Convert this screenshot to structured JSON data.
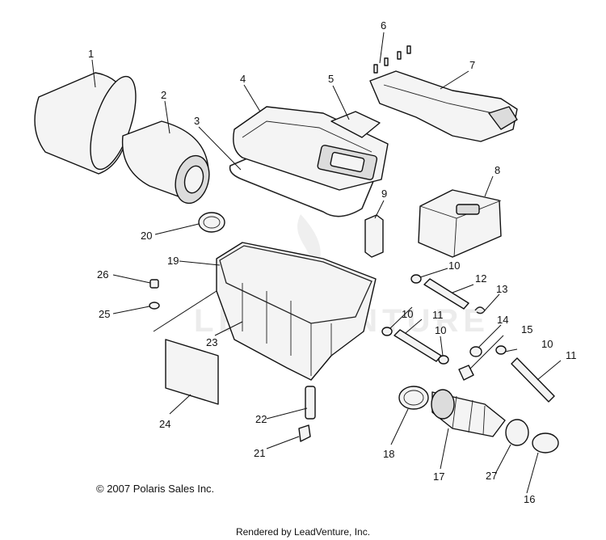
{
  "diagram": {
    "callouts": [
      "1",
      "2",
      "3",
      "4",
      "5",
      "6",
      "7",
      "8",
      "9",
      "10",
      "10",
      "10",
      "10",
      "11",
      "11",
      "12",
      "13",
      "14",
      "15",
      "16",
      "17",
      "18",
      "19",
      "20",
      "21",
      "22",
      "23",
      "24",
      "25",
      "26",
      "27"
    ],
    "watermark": "LEADVENTURE",
    "copyright": "© 2007 Polaris Sales Inc.",
    "rendered_by": "Rendered by LeadVenture, Inc."
  }
}
